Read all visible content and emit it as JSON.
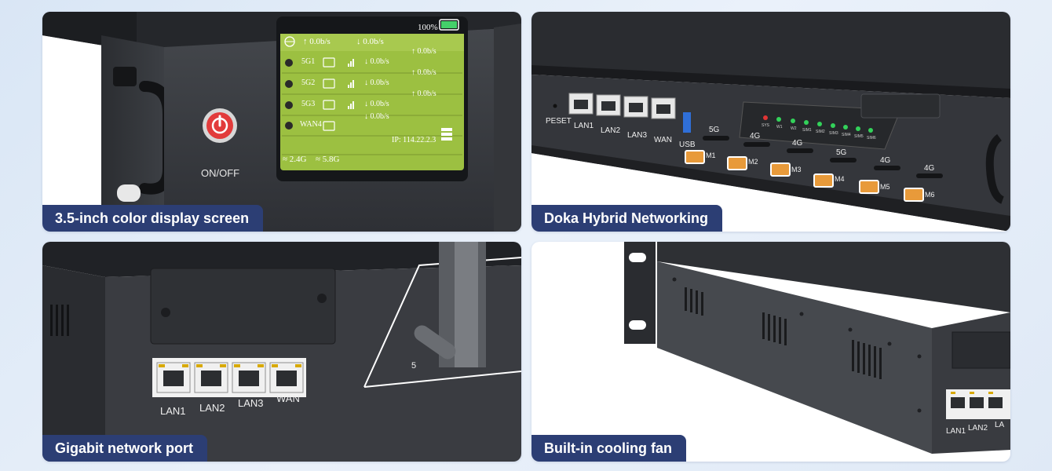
{
  "panels": {
    "display": {
      "caption": "3.5-inch color display screen",
      "power_label": "ON/OFF",
      "screen": {
        "upload_header": "0.0b/s",
        "download_header": "0.0b/s",
        "battery": "100%",
        "rows": [
          {
            "name": "5G1",
            "down": "0.0b/s",
            "up": "0.0b/s",
            "status": "ok"
          },
          {
            "name": "5G2",
            "down": "0.0b/s",
            "up": "0.0b/s",
            "status": "ok"
          },
          {
            "name": "5G3",
            "down": "0.0b/s",
            "up": "0.0b/s",
            "status": "ok"
          },
          {
            "name": "WAN4",
            "down": "0.0b/s",
            "up": "",
            "status": "off"
          }
        ],
        "ip": "IP: 114.22.2.3",
        "wifi_24": "2.4G",
        "wifi_58": "5.8G"
      }
    },
    "hybrid": {
      "caption": "Doka Hybrid Networking",
      "reset_label": "PESET",
      "lan_labels": [
        "LAN1",
        "LAN2",
        "LAN3",
        "WAN"
      ],
      "usb_label": "USB",
      "led_labels": [
        "SYS",
        "W1",
        "W2",
        "SIM1",
        "SIM2",
        "SIM3",
        "SIM4",
        "SIM5",
        "SIM6"
      ],
      "sim_slots": [
        {
          "net": "5G",
          "label": "M1"
        },
        {
          "net": "4G",
          "label": "M2"
        },
        {
          "net": "4G",
          "label": "M3"
        },
        {
          "net": "5G",
          "label": "M4"
        },
        {
          "net": "4G",
          "label": "M5"
        },
        {
          "net": "4G",
          "label": "M6"
        }
      ]
    },
    "gigabit": {
      "caption": "Gigabit network port",
      "ports": [
        "LAN1",
        "LAN2",
        "LAN3",
        "WAN"
      ],
      "antenna_number": "5"
    },
    "cooling": {
      "caption": "Built-in cooling fan",
      "ports": [
        "LAN1",
        "LAN2",
        "LA"
      ]
    }
  }
}
